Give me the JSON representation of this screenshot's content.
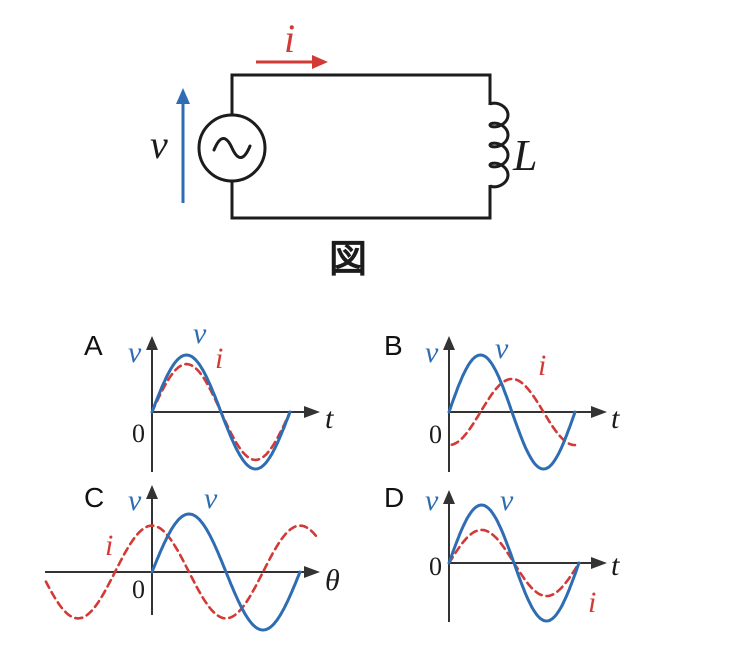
{
  "figure": {
    "current_label": "i",
    "voltage_label": "v",
    "inductor_label": "L",
    "caption": "図"
  },
  "colors": {
    "voltage": "#2f6db3",
    "current": "#d23a36",
    "ink": "#1c1c1c"
  },
  "options": [
    {
      "letter": "A",
      "axis_label": "v",
      "v_label": "v",
      "i_label": "i",
      "x_label": "t",
      "origin_label": "0",
      "i_phase_deg": 0,
      "i_amplitude_ratio": 0.84
    },
    {
      "letter": "B",
      "axis_label": "v",
      "v_label": "v",
      "i_label": "i",
      "x_label": "t",
      "origin_label": "0",
      "i_phase_deg": -90,
      "i_amplitude_ratio": 0.58
    },
    {
      "letter": "C",
      "axis_label": "v",
      "v_label": "v",
      "i_label": "i",
      "x_label": "θ",
      "origin_label": "0",
      "i_phase_deg": 90,
      "i_amplitude_ratio": 0.8
    },
    {
      "letter": "D",
      "axis_label": "v",
      "v_label": "v",
      "i_label": "i",
      "x_label": "t",
      "origin_label": "0",
      "i_phase_deg": 0,
      "i_amplitude_ratio": 0.57
    }
  ]
}
